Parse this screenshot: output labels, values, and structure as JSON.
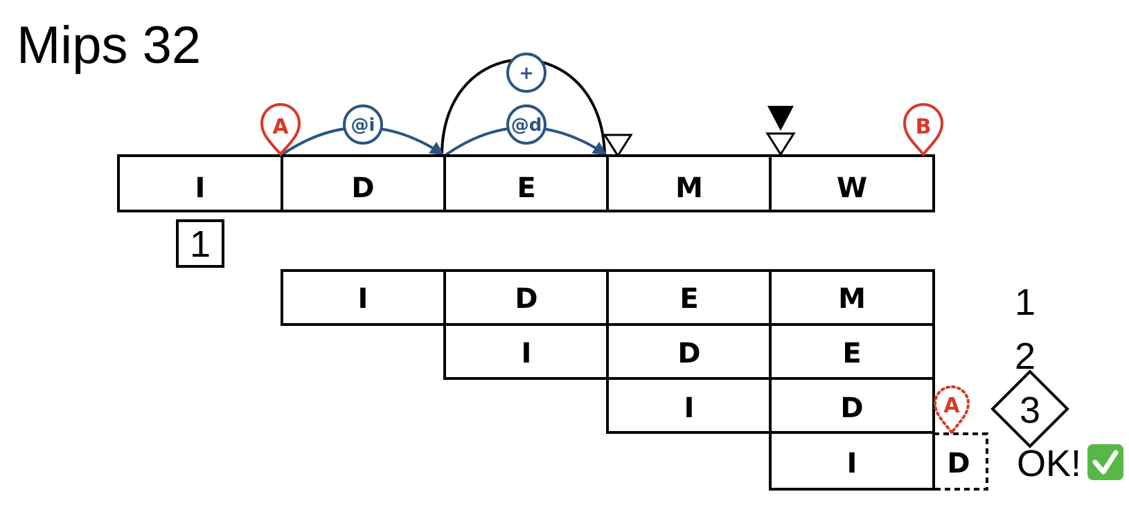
{
  "title": "Mips 32",
  "colors": {
    "pin_red": "#d63a27",
    "badge_blue": "#2b5485",
    "check_green": "#58b847"
  },
  "main_stages": [
    "I",
    "D",
    "E",
    "M",
    "W"
  ],
  "step_box_label": "1",
  "rows": [
    {
      "stages": [
        "I",
        "D",
        "E",
        "M"
      ],
      "number": "1"
    },
    {
      "stages": [
        "I",
        "D",
        "E"
      ],
      "number": "2"
    },
    {
      "stages": [
        "I",
        "D"
      ],
      "number": "3"
    },
    {
      "stages": [
        "I"
      ],
      "dashed_stage": "D",
      "status": "OK!"
    }
  ],
  "pins": {
    "a": "A",
    "b": "B",
    "a_dotted": "A"
  },
  "badges": {
    "fetch_addr": "@i",
    "data_addr": "@d",
    "plus": "+"
  },
  "icons": {
    "hollow_triangle": "hollow-down-triangle-icon",
    "filled_triangle": "filled-down-triangle-icon",
    "check": "check-mark-icon"
  }
}
